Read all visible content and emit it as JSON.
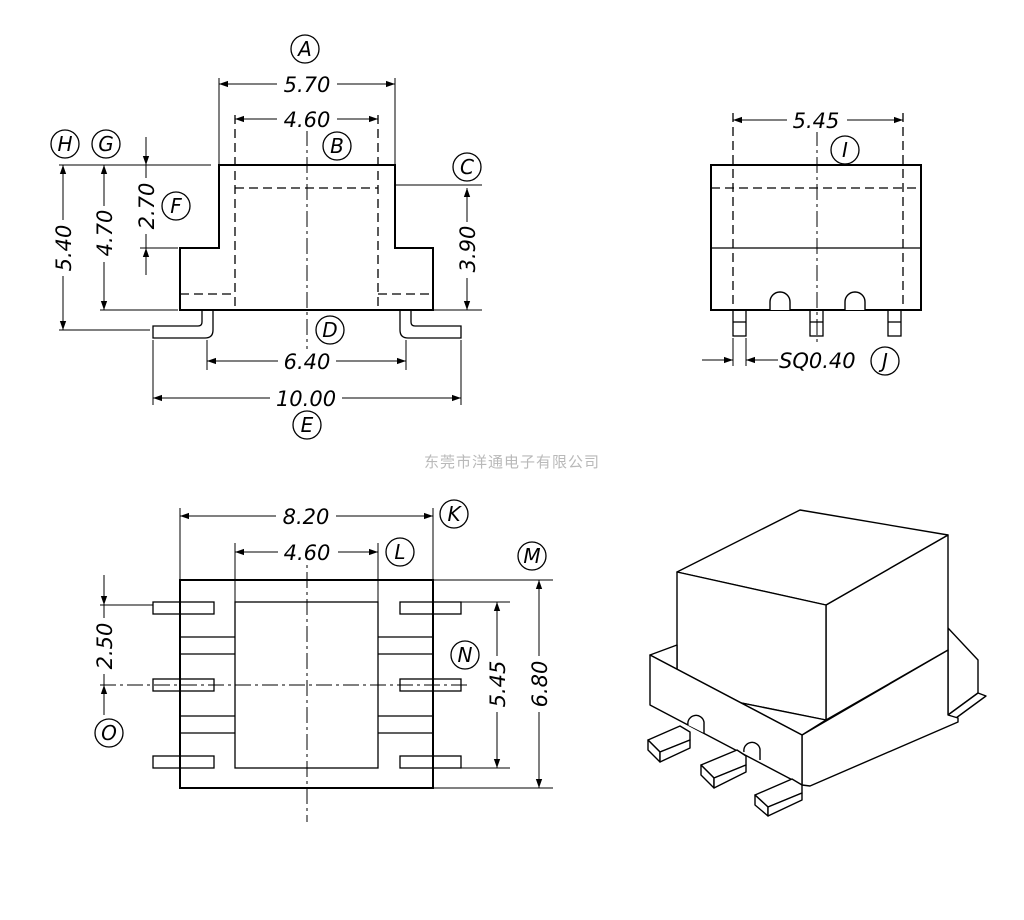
{
  "watermark": "东莞市洋通电子有限公司",
  "dimensions": {
    "A": "5.70",
    "B_width": "4.60",
    "E": "10.00",
    "D": "6.40",
    "H": "5.40",
    "G": "4.70",
    "F": "2.70",
    "C": "3.90",
    "I": "5.45",
    "J": "SQ0.40",
    "K": "8.20",
    "L": "4.60",
    "M": "6.80",
    "N": "5.45",
    "O": "2.50"
  },
  "labels": {
    "A": "A",
    "B": "B",
    "C": "C",
    "D": "D",
    "E": "E",
    "F": "F",
    "G": "G",
    "H": "H",
    "I": "I",
    "J": "J",
    "K": "K",
    "L": "L",
    "M": "M",
    "N": "N",
    "O": "O"
  }
}
